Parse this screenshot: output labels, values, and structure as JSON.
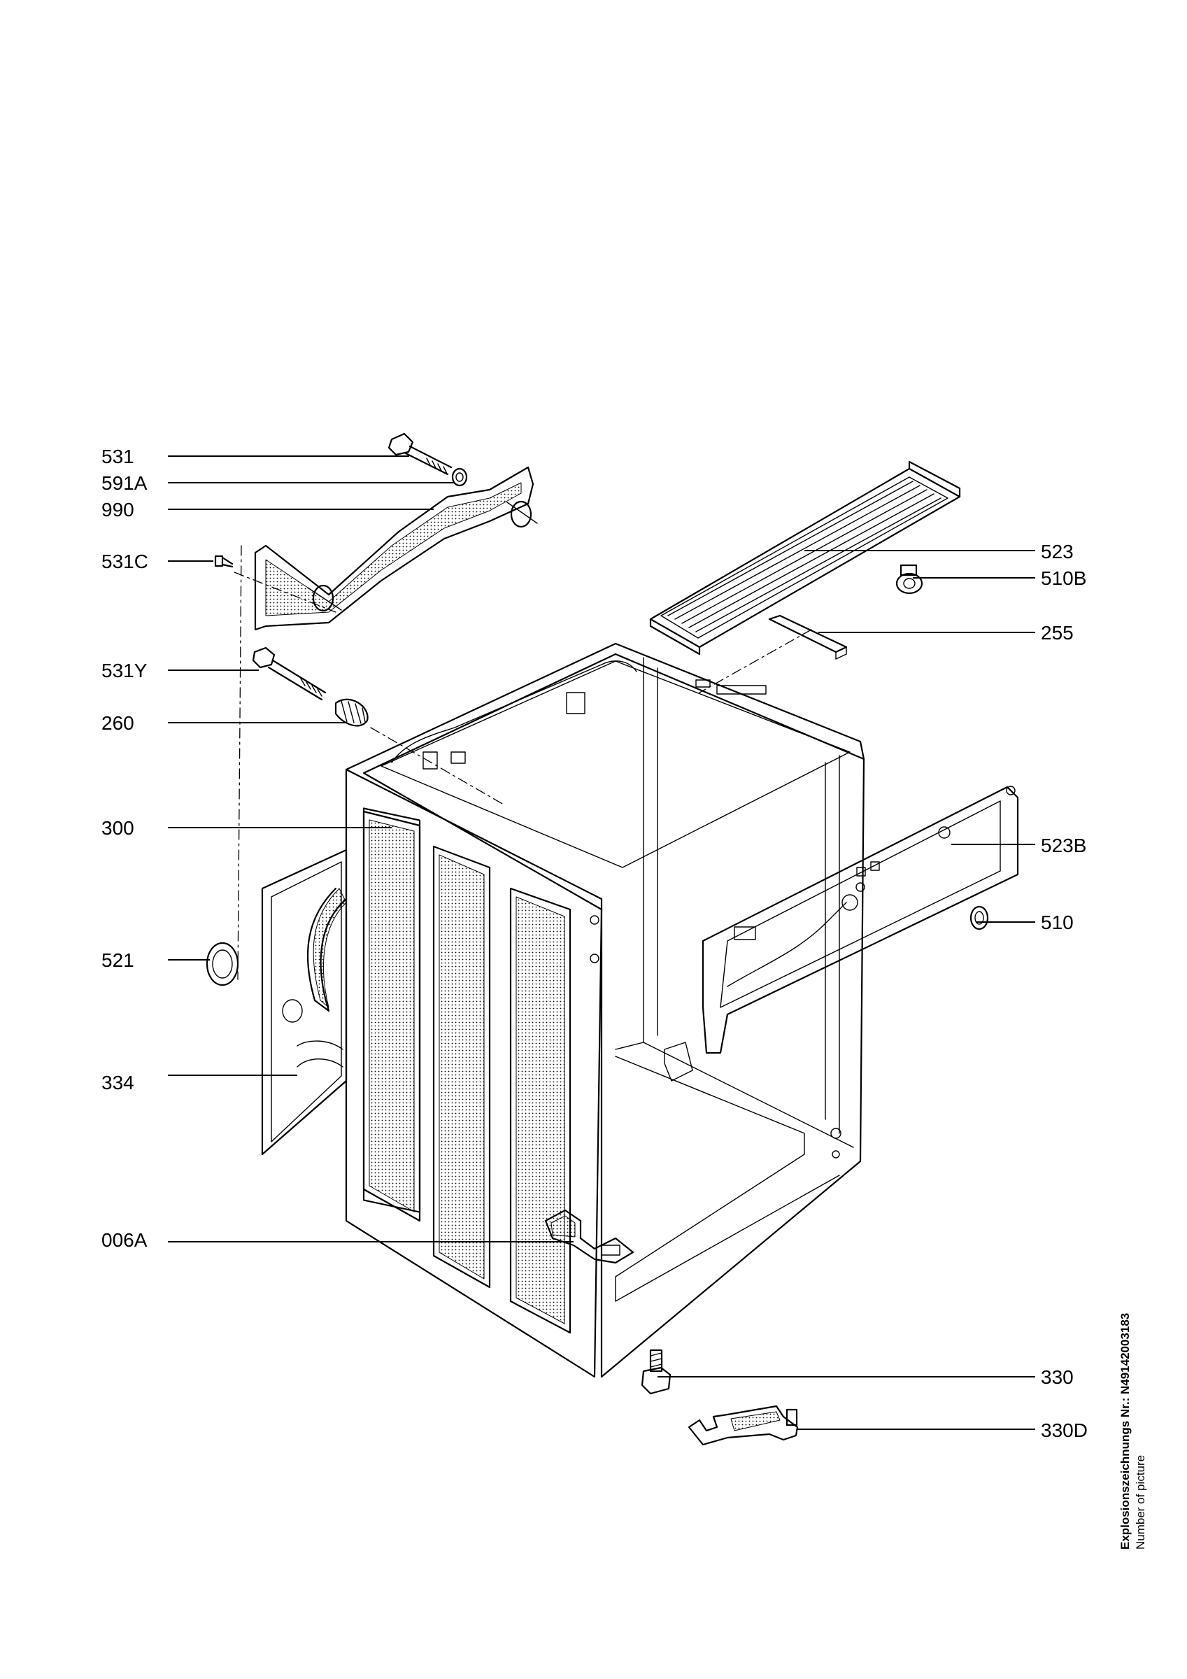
{
  "drawing": {
    "caption_title": "Explosionszeichnungs Nr.: N49142003183",
    "caption_subtitle": "Number of picture"
  },
  "callouts_left": [
    {
      "label": "531"
    },
    {
      "label": "591A"
    },
    {
      "label": "990"
    },
    {
      "label": "531C"
    },
    {
      "label": "531Y"
    },
    {
      "label": "260"
    },
    {
      "label": "300"
    },
    {
      "label": "521"
    },
    {
      "label": "334"
    },
    {
      "label": "006A"
    }
  ],
  "callouts_right": [
    {
      "label": "523"
    },
    {
      "label": "510B"
    },
    {
      "label": "255"
    },
    {
      "label": "523B"
    },
    {
      "label": "510"
    },
    {
      "label": "330"
    },
    {
      "label": "330D"
    }
  ]
}
